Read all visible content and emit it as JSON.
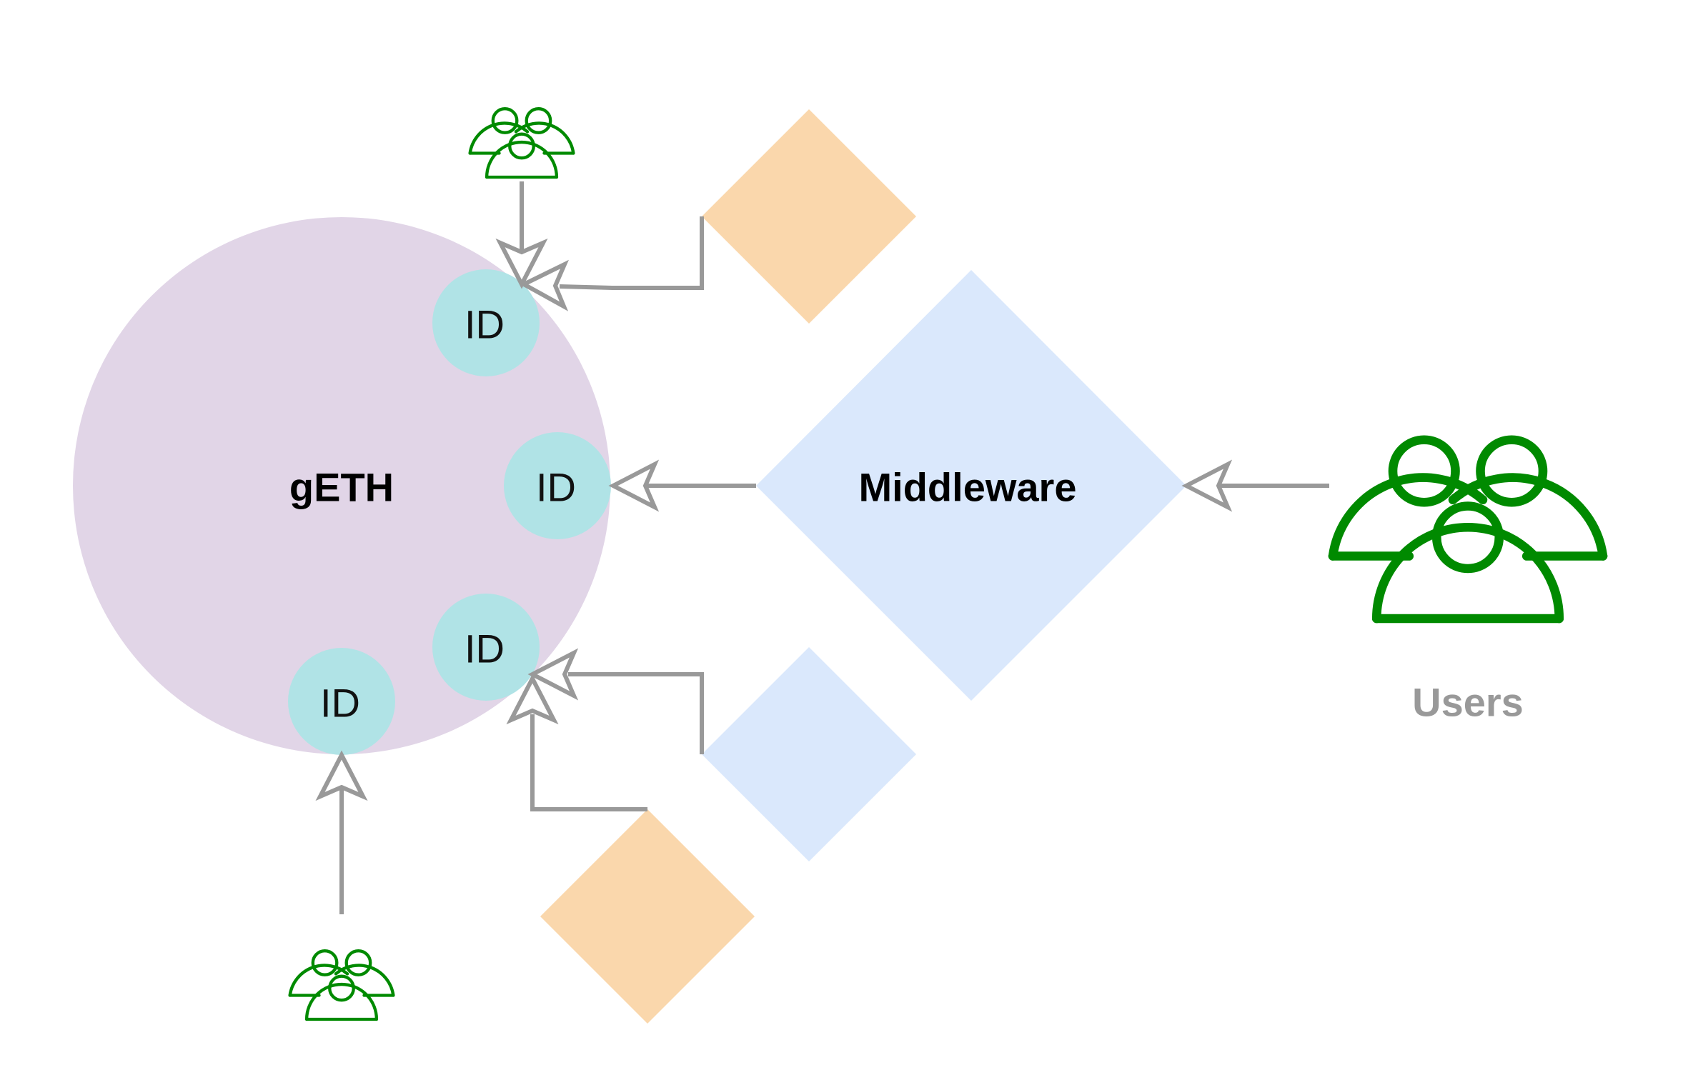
{
  "nodes": {
    "geth": {
      "label": "gETH"
    },
    "middleware": {
      "label": "Middleware"
    },
    "users": {
      "label": "Users"
    },
    "ids": [
      {
        "label": "ID"
      },
      {
        "label": "ID"
      },
      {
        "label": "ID"
      },
      {
        "label": "ID"
      }
    ]
  },
  "colors": {
    "geth_fill": "#e1d5e7",
    "id_fill": "#b0e3e6",
    "middleware_fill": "#dae8fc",
    "orange_fill": "#fad7ac",
    "arrow": "#999999",
    "users_icon": "#008a00",
    "users_label": "#999999"
  },
  "icons": {
    "user_group": "users-group-icon"
  }
}
